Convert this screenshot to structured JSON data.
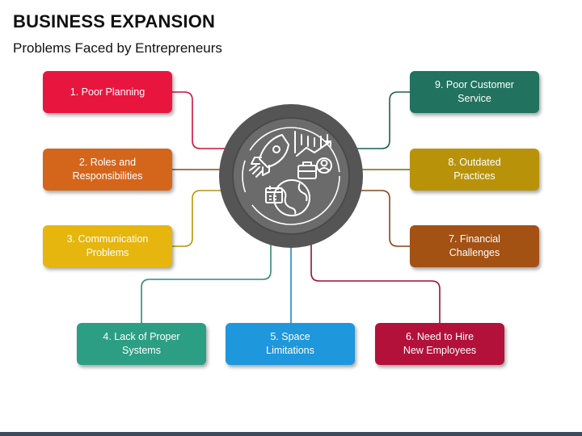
{
  "header": {
    "title": "BUSINESS EXPANSION",
    "subtitle": "Problems Faced by Entrepreneurs"
  },
  "hub": {
    "icon": "business-growth-icon"
  },
  "items": [
    {
      "label": "1. Poor Planning",
      "color": "#e8163f"
    },
    {
      "label": "2. Roles and\nResponsibilities",
      "color": "#d4661c"
    },
    {
      "label": "3. Communication\nProblems",
      "color": "#e6b50e"
    },
    {
      "label": "4. Lack of Proper\nSystems",
      "color": "#2c9e83"
    },
    {
      "label": "5. Space\nLimitations",
      "color": "#1e97dd"
    },
    {
      "label": "6. Need to Hire\nNew Employees",
      "color": "#b3113a"
    },
    {
      "label": "7. Financial\nChallenges",
      "color": "#a45114"
    },
    {
      "label": "8. Outdated\nPractices",
      "color": "#b8930a"
    },
    {
      "label": "9. Poor Customer\nService",
      "color": "#21725f"
    }
  ]
}
